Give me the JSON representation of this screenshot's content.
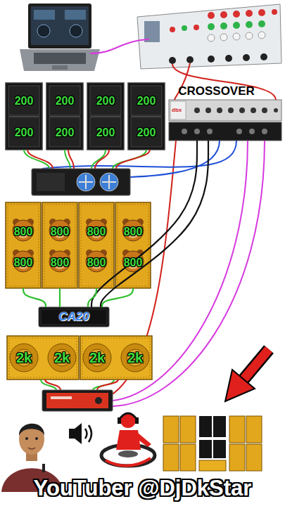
{
  "diagram": {
    "caption": "YouTuber @DjDkStar",
    "nodes": [
      {
        "text": [
          "CROSSOVER"
        ]
      },
      {
        "text": [
          "200",
          "200"
        ]
      },
      {
        "text": [
          "200",
          "200"
        ]
      },
      {
        "text": [
          "200",
          "200"
        ]
      },
      {
        "text": [
          "200",
          "200"
        ]
      },
      {
        "text": [
          "800",
          "800"
        ]
      },
      {
        "text": [
          "800",
          "800"
        ]
      },
      {
        "text": [
          "800",
          "800"
        ]
      },
      {
        "text": [
          "800",
          "800"
        ]
      },
      {
        "text": [
          "CA20"
        ]
      },
      {
        "text": [
          "2k",
          "2k"
        ]
      },
      {
        "text": [
          "2k",
          "2k"
        ]
      }
    ],
    "edges": [
      {
        "from": 0,
        "to": 9,
        "arrow": "none"
      },
      {
        "from": 0,
        "to": 9,
        "arrow": "none"
      },
      {
        "from": 9,
        "to": 5,
        "arrow": "none"
      },
      {
        "from": 9,
        "to": 6,
        "arrow": "none"
      },
      {
        "from": 9,
        "to": 7,
        "arrow": "none"
      },
      {
        "from": 9,
        "to": 8,
        "arrow": "none"
      }
    ],
    "labels": [
      "dbx"
    ]
  }
}
